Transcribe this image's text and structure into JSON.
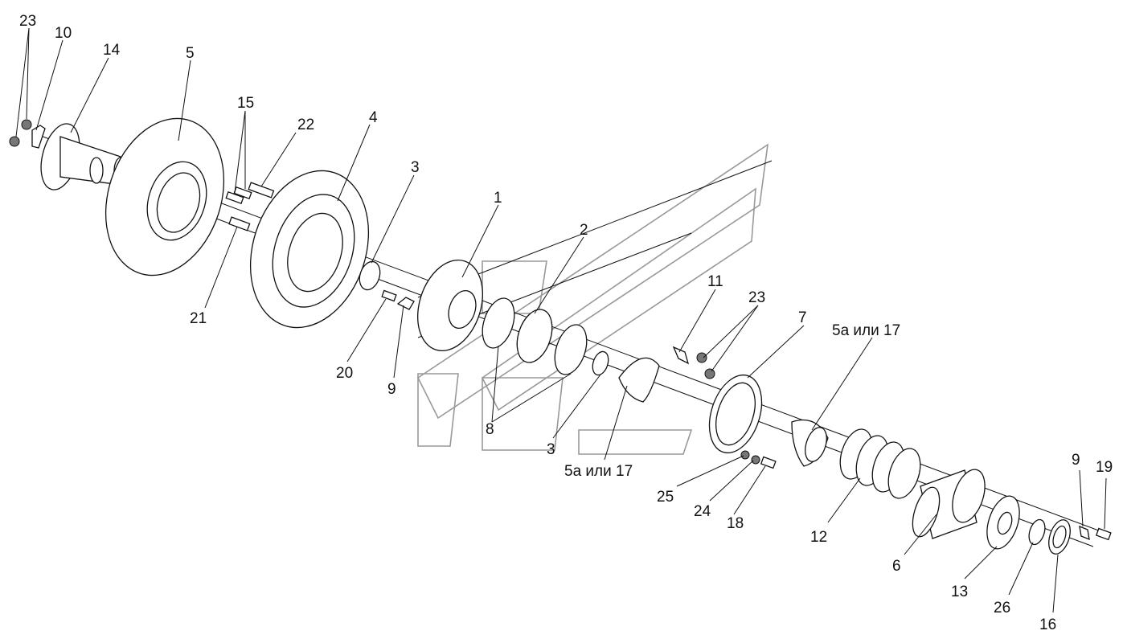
{
  "labels": {
    "l23a": "23",
    "l10": "10",
    "l14": "14",
    "l5": "5",
    "l15": "15",
    "l22": "22",
    "l4": "4",
    "l3a": "3",
    "l1": "1",
    "l2": "2",
    "l21": "21",
    "l20": "20",
    "l9a": "9",
    "l8": "8",
    "l3b": "3",
    "l5a_mid": "5а или 17",
    "l11": "11",
    "l23b": "23",
    "l7": "7",
    "l5a_right": "5а или 17",
    "l25": "25",
    "l24": "24",
    "l18": "18",
    "l12": "12",
    "l6": "6",
    "l13": "13",
    "l26": "26",
    "l16": "16",
    "l9b": "9",
    "l19": "19"
  }
}
